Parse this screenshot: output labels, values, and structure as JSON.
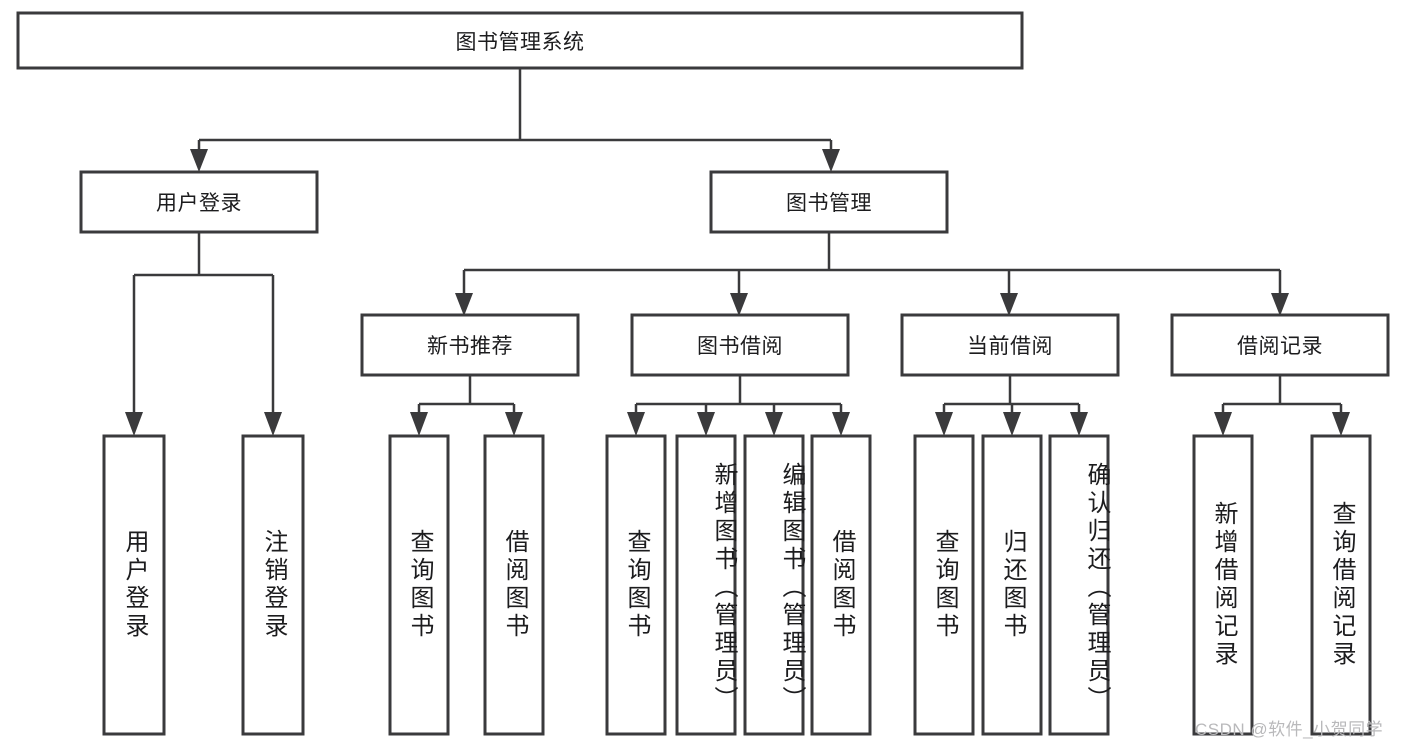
{
  "diagram": {
    "type": "tree-structure-chart",
    "title": "图书管理系统",
    "colors": {
      "box_stroke": "#3a3a3c",
      "box_fill": "#ffffff",
      "text": "#1c1c1e",
      "background": "#ffffff",
      "watermark": "#b9b9bb"
    },
    "levels": [
      {
        "level": 1,
        "nodes": [
          {
            "id": "root",
            "label": "图书管理系统",
            "orientation": "horizontal"
          }
        ]
      },
      {
        "level": 2,
        "nodes": [
          {
            "id": "login",
            "label": "用户登录",
            "orientation": "horizontal",
            "parent": "root"
          },
          {
            "id": "bookmgmt",
            "label": "图书管理",
            "orientation": "horizontal",
            "parent": "root"
          }
        ]
      },
      {
        "level": 3,
        "nodes": [
          {
            "id": "newbook",
            "label": "新书推荐",
            "orientation": "horizontal",
            "parent": "bookmgmt"
          },
          {
            "id": "borrow",
            "label": "图书借阅",
            "orientation": "horizontal",
            "parent": "bookmgmt"
          },
          {
            "id": "current",
            "label": "当前借阅",
            "orientation": "horizontal",
            "parent": "bookmgmt"
          },
          {
            "id": "records",
            "label": "借阅记录",
            "orientation": "horizontal",
            "parent": "bookmgmt"
          }
        ]
      },
      {
        "level": 4,
        "nodes": [
          {
            "id": "leaf-1",
            "label": "用户登录",
            "orientation": "vertical",
            "parent": "login"
          },
          {
            "id": "leaf-2",
            "label": "注销登录",
            "orientation": "vertical",
            "parent": "login"
          },
          {
            "id": "leaf-3",
            "label": "查询图书",
            "orientation": "vertical",
            "parent": "newbook"
          },
          {
            "id": "leaf-4",
            "label": "借阅图书",
            "orientation": "vertical",
            "parent": "newbook"
          },
          {
            "id": "leaf-5",
            "label": "查询图书",
            "orientation": "vertical",
            "parent": "borrow"
          },
          {
            "id": "leaf-6",
            "label": "新增图书（管理员）",
            "orientation": "vertical",
            "parent": "borrow"
          },
          {
            "id": "leaf-7",
            "label": "编辑图书（管理员）",
            "orientation": "vertical",
            "parent": "borrow"
          },
          {
            "id": "leaf-8",
            "label": "借阅图书",
            "orientation": "vertical",
            "parent": "borrow"
          },
          {
            "id": "leaf-9",
            "label": "查询图书",
            "orientation": "vertical",
            "parent": "current"
          },
          {
            "id": "leaf-10",
            "label": "归还图书",
            "orientation": "vertical",
            "parent": "current"
          },
          {
            "id": "leaf-11",
            "label": "确认归还（管理员）",
            "orientation": "vertical",
            "parent": "current"
          },
          {
            "id": "leaf-12",
            "label": "新增借阅记录",
            "orientation": "vertical",
            "parent": "records"
          },
          {
            "id": "leaf-13",
            "label": "查询借阅记录",
            "orientation": "vertical",
            "parent": "records"
          }
        ]
      }
    ]
  },
  "watermark": {
    "text": "CSDN @软件_小贺同学"
  }
}
